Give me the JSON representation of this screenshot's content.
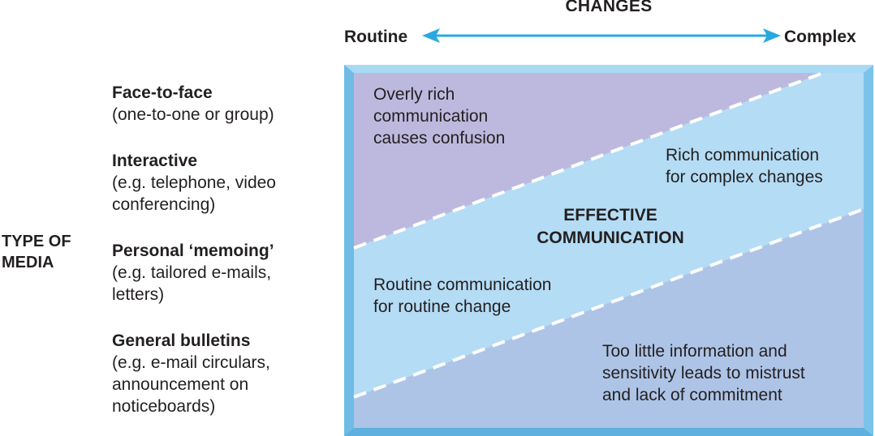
{
  "changes": {
    "title": "CHANGES",
    "left_label": "Routine",
    "right_label": "Complex"
  },
  "media": {
    "axis_title_line1": "TYPE OF",
    "axis_title_line2": "MEDIA",
    "items": [
      {
        "name": "Face-to-face",
        "desc_line1": "(one-to-one or group)",
        "desc_line2": "",
        "desc_line3": ""
      },
      {
        "name": "Interactive",
        "desc_line1": "(e.g. telephone, video",
        "desc_line2": "conferencing)",
        "desc_line3": ""
      },
      {
        "name": "Personal ‘memoing’",
        "desc_line1": "(e.g. tailored e-mails,",
        "desc_line2": "letters)",
        "desc_line3": ""
      },
      {
        "name": "General bulletins",
        "desc_line1": "(e.g. e-mail circulars,",
        "desc_line2": "announcement on",
        "desc_line3": "noticeboards)"
      }
    ]
  },
  "zones": {
    "overly_rich": {
      "line1": "Overly rich",
      "line2": "communication",
      "line3": "causes confusion"
    },
    "rich_complex": {
      "line1": "Rich communication",
      "line2": "for complex changes"
    },
    "effective": {
      "line1": "EFFECTIVE",
      "line2": "COMMUNICATION"
    },
    "routine": {
      "line1": "Routine communication",
      "line2": "for routine change"
    },
    "too_little": {
      "line1": "Too little information and",
      "line2": "sensitivity leads to mistrust",
      "line3": "and lack of commitment"
    }
  },
  "colors": {
    "frame": "#8ccbee",
    "frame_dark": "#5fb0df",
    "effective_band": "#b4dcf4",
    "overly_rich_zone": "#bdb9de",
    "too_little_zone": "#adc4e6",
    "arrow": "#29a8e0",
    "dashed_line": "#ffffff"
  }
}
